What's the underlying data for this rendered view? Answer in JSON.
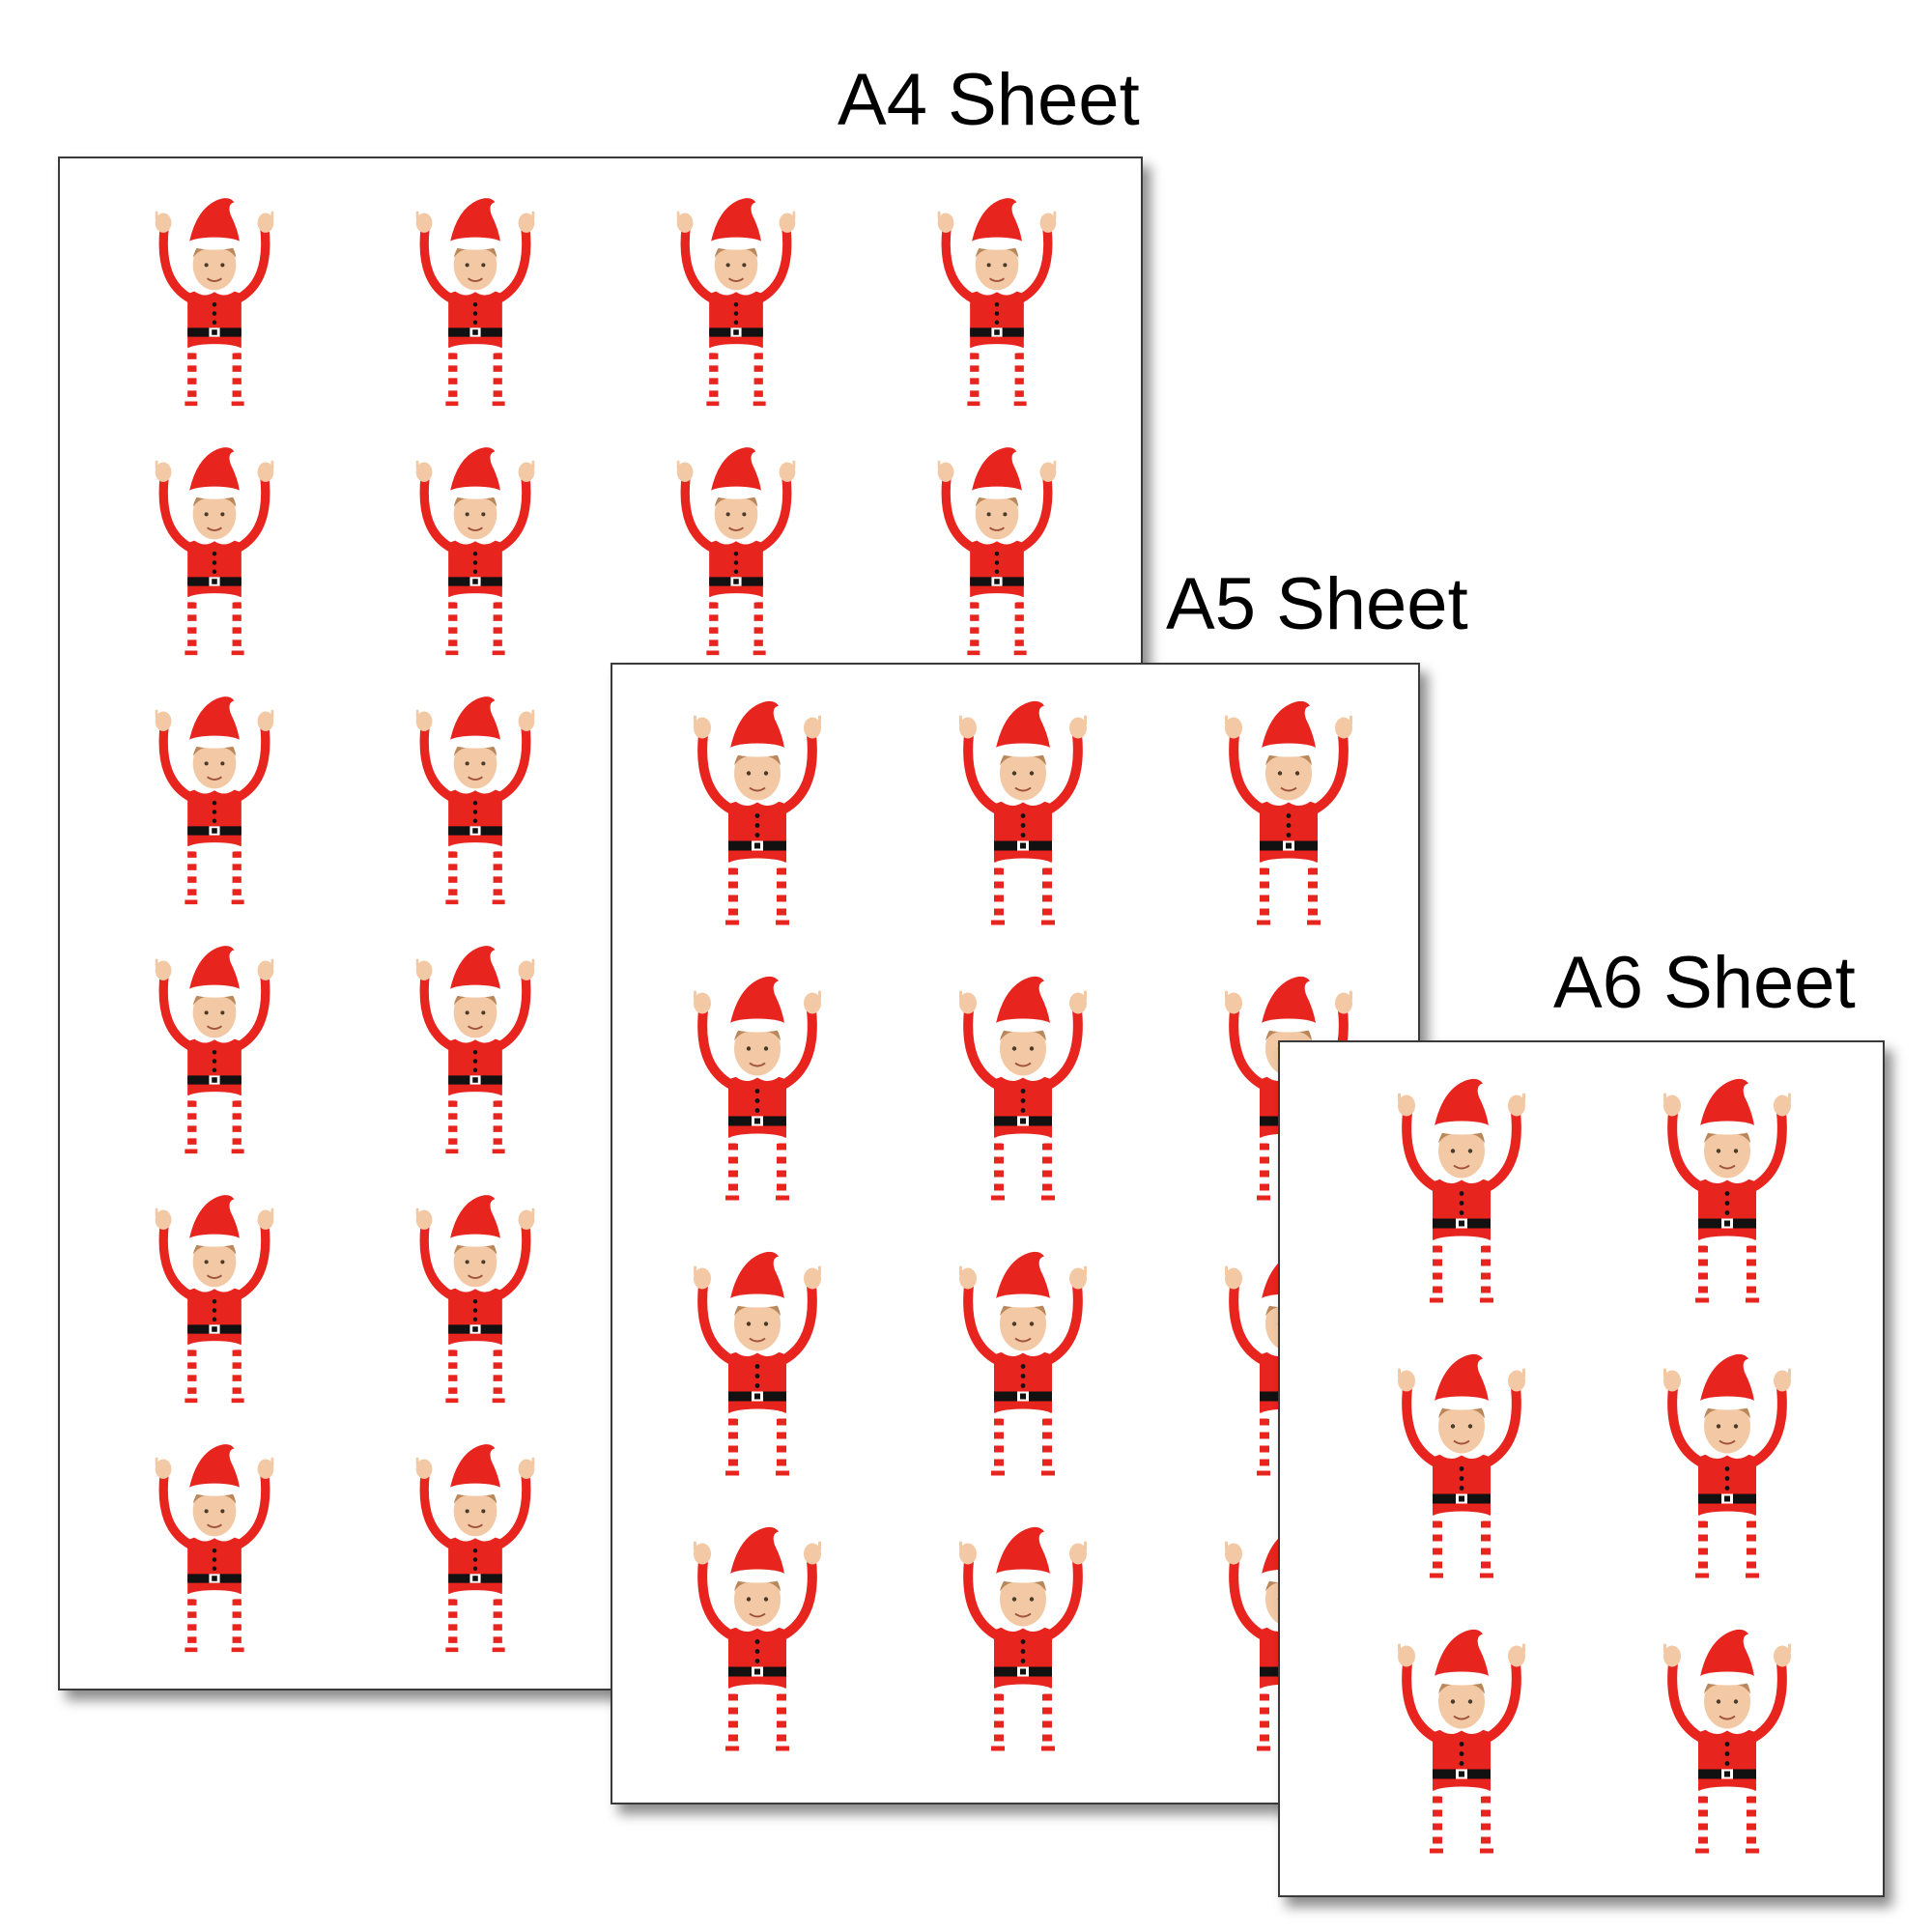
{
  "sheets": [
    {
      "id": "a4",
      "label": "A4 Sheet",
      "rows": 6,
      "cols": 4
    },
    {
      "id": "a5",
      "label": "A5 Sheet",
      "rows": 4,
      "cols": 3
    },
    {
      "id": "a6",
      "label": "A6 Sheet",
      "rows": 3,
      "cols": 2
    }
  ],
  "sticker": {
    "icon": "elf-boy-sticker-icon",
    "colors": {
      "suit": "#e8241f",
      "trim": "#ffffff",
      "belt": "#111111",
      "buckle": "#ffffff",
      "skin": "#f2c9a4",
      "hair": "#b9875a",
      "stripe": "#e8241f"
    }
  }
}
